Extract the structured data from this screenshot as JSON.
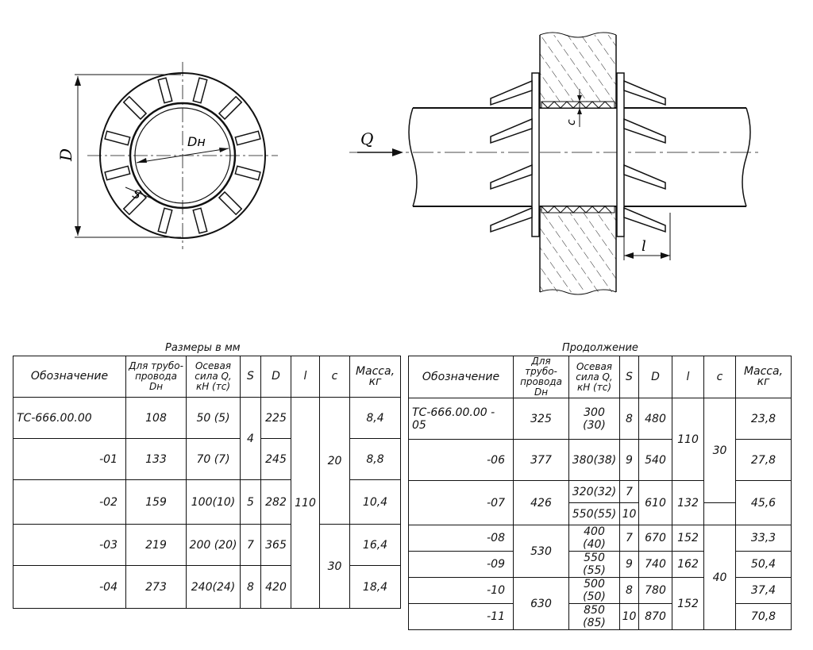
{
  "drawing": {
    "label_D": "D",
    "label_Dn": "Dн",
    "label_S": "S",
    "label_Q": "Q",
    "label_c": "c",
    "label_l": "l"
  },
  "table_left": {
    "caption": "Размеры в мм",
    "headers": [
      "Обозначение",
      "Для трубо-провода Dн",
      "Осевая сила Q, кН (тс)",
      "S",
      "D",
      "l",
      "c",
      "Масса, кг"
    ],
    "rows": [
      {
        "des": "ТС-666.00.00",
        "dn": "108",
        "q": "50 (5)",
        "d": "225",
        "mass": "8,4"
      },
      {
        "des": "-01",
        "dn": "133",
        "q": "70 (7)",
        "d": "245",
        "mass": "8,8"
      },
      {
        "des": "-02",
        "dn": "159",
        "q": "100(10)",
        "d": "282",
        "mass": "10,4"
      },
      {
        "des": "-03",
        "dn": "219",
        "q": "200 (20)",
        "d": "365",
        "mass": "16,4"
      },
      {
        "des": "-04",
        "dn": "273",
        "q": "240(24)",
        "d": "420",
        "mass": "18,4"
      }
    ],
    "s_values": [
      "4",
      "5",
      "7",
      "8"
    ],
    "l_value": "110",
    "c_values": [
      "20",
      "30"
    ]
  },
  "table_right": {
    "caption": "Продолжение",
    "headers": [
      "Обозначение",
      "Для трубо-провода Dн",
      "Осевая сила Q, кН (тс)",
      "S",
      "D",
      "l",
      "c",
      "Масса, кг"
    ],
    "rows": [
      {
        "des": "ТС-666.00.00 - 05",
        "dn": "325",
        "q": "300 (30)",
        "s": "8",
        "d": "480",
        "mass": "23,8"
      },
      {
        "des": "-06",
        "dn": "377",
        "q": "380(38)",
        "s": "9",
        "d": "540",
        "mass": "27,8"
      },
      {
        "des": "-07",
        "dn": "426",
        "q1": "320(32)",
        "s1": "7",
        "q2": "550(55)",
        "s2": "10",
        "d": "610",
        "l": "132",
        "mass": "45,6"
      },
      {
        "des": "-08",
        "q": "400 (40)",
        "s": "7",
        "d": "670",
        "l": "152",
        "mass": "33,3"
      },
      {
        "des": "-09",
        "q": "550 (55)",
        "s": "9",
        "d": "740",
        "l": "162",
        "mass": "50,4"
      },
      {
        "des": "-10",
        "q": "500 (50)",
        "s": "8",
        "d": "780",
        "mass": "37,4"
      },
      {
        "des": "-11",
        "q": "850 (85)",
        "s": "10",
        "d": "870",
        "mass": "70,8"
      }
    ],
    "dn_530": "530",
    "dn_630": "630",
    "l_110": "110",
    "l_152": "152",
    "c_30": "30",
    "c_40": "40"
  }
}
